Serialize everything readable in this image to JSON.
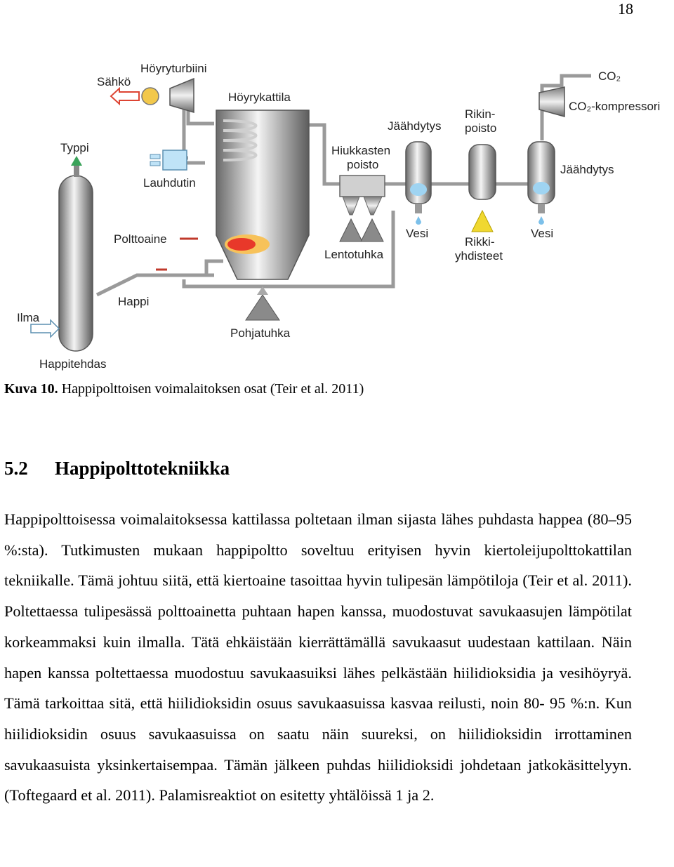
{
  "page_number": "18",
  "figure": {
    "labels": {
      "sahko": "Sähkö",
      "hoyryturbiini": "Höyryturbiini",
      "hoyrykattila": "Höyrykattila",
      "typpi": "Typpi",
      "lauhdutin": "Lauhdutin",
      "polttoaine": "Polttoaine",
      "happi": "Happi",
      "ilma": "Ilma",
      "happitehdas": "Happitehdas",
      "pohjatuhka": "Pohjatuhka",
      "hiukkasten_poisto_1": "Hiukkasten",
      "hiukkasten_poisto_2": "poisto",
      "lentotuhka": "Lentotuhka",
      "jaahdytys_1": "Jäähdytys",
      "vesi_1": "Vesi",
      "rikinpoisto_1": "Rikin-",
      "rikinpoisto_2": "poisto",
      "rikkiyhdisteet_1": "Rikki-",
      "rikkiyhdisteet_2": "yhdisteet",
      "jaahdytys_2": "Jäähdytys",
      "vesi_2": "Vesi",
      "co2": "CO₂",
      "co2_kompressori": "CO₂-kompressori"
    }
  },
  "caption": {
    "label": "Kuva 10.",
    "text": " Happipolttoisen voimalaitoksen osat (Teir et al. 2011)"
  },
  "section": {
    "number": "5.2",
    "title": "Happipolttotekniikka"
  },
  "paragraph": "Happipolttoisessa voimalaitoksessa kattilassa poltetaan ilman sijasta lähes puhdasta happea (80–95 %:sta). Tutkimusten mukaan happipoltto soveltuu erityisen hyvin kiertoleijupolttokattilan tekniikalle. Tämä johtuu siitä, että kiertoaine tasoittaa hyvin tulipesän lämpötiloja (Teir et al. 2011). Poltettaessa tulipesässä polttoainetta puhtaan hapen kanssa, muodostuvat savukaasujen lämpötilat korkeammaksi kuin ilmalla. Tätä ehkäistään kierrättämällä savukaasut uudestaan kattilaan. Näin hapen kanssa poltettaessa muodostuu savukaasuiksi lähes pelkästään hiilidioksidia ja vesihöyryä. Tämä tarkoittaa sitä, että hiilidioksidin osuus savukaasuissa kasvaa reilusti, noin 80- 95 %:n. Kun hiilidioksidin osuus savukaasuissa on saatu näin suureksi, on hiilidioksidin irrottaminen savukaasuista yksinkertaisempaa. Tämän jälkeen puhdas hiilidioksidi johdetaan jatkokäsittelyyn. (Toftegaard et al. 2011). Palamisreaktiot on esitetty yhtälöissä 1 ja 2."
}
